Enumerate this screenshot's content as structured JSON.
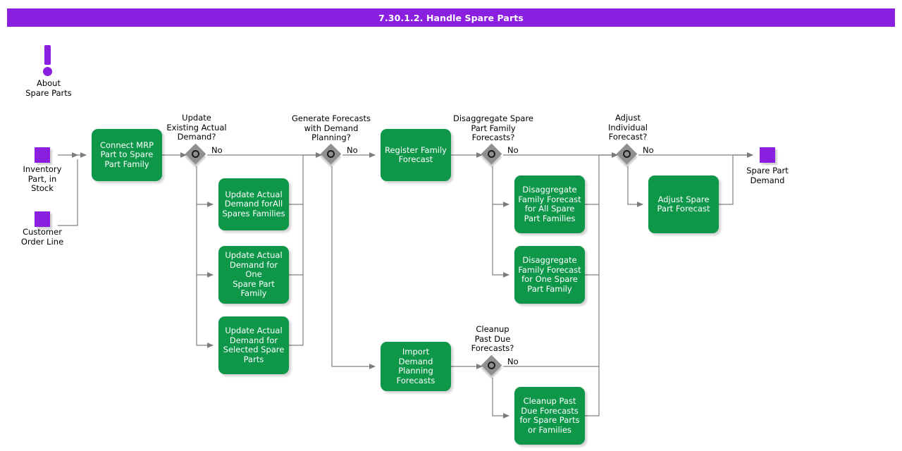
{
  "header": {
    "title": "7.30.1.2. Handle Spare Parts",
    "bar_color": "#8A1FE0"
  },
  "palette": {
    "activity_green": "#0E9649",
    "terminator_purple": "#8A1FE0",
    "decision_gray": "#8F8F8F",
    "connector_gray": "#808080",
    "text_black": "#000000",
    "text_white": "#FFFFFF"
  },
  "info_marker": {
    "icon": "exclamation-icon",
    "label": "About\nSpare Parts"
  },
  "terminators": [
    {
      "name": "inventory-part-in-stock",
      "label": "Inventory\nPart, in\nStock"
    },
    {
      "name": "customer-order-line",
      "label": "Customer\nOrder Line"
    },
    {
      "name": "spare-part-demand",
      "label": "Spare Part\nDemand"
    }
  ],
  "activities": [
    {
      "id": "connect-mrp",
      "label": "Connect MRP\nPart to Spare\nPart Family"
    },
    {
      "id": "update-all-families",
      "label": "Update Actual\nDemand forAll\nSpares Families"
    },
    {
      "id": "update-one-family",
      "label": "Update Actual\nDemand for One\nSpare Part\nFamily"
    },
    {
      "id": "update-selected-parts",
      "label": "Update Actual\nDemand for\nSelected Spare\nParts"
    },
    {
      "id": "register-family-forecast",
      "label": "Register Family\nForecast"
    },
    {
      "id": "disagg-all-families",
      "label": "Disaggregate\nFamily Forecast\nfor All Spare\nPart Families"
    },
    {
      "id": "disagg-one-family",
      "label": "Disaggregate\nFamily Forecast\nfor One Spare\nPart Family"
    },
    {
      "id": "adjust-spare-forecast",
      "label": "Adjust Spare\nPart Forecast"
    },
    {
      "id": "import-demand-planning",
      "label": "Import Demand\nPlanning\nForecasts"
    },
    {
      "id": "cleanup-past-due",
      "label": "Cleanup Past\nDue Forecasts\nfor Spare Parts\nor Families"
    }
  ],
  "decisions": [
    {
      "id": "update-existing-actual-demand",
      "question": "Update\nExisting Actual\nDemand?",
      "branch_label": "No"
    },
    {
      "id": "generate-forecasts-demand-planning",
      "question": "Generate Forecasts\nwith Demand\nPlanning?",
      "branch_label": "No"
    },
    {
      "id": "disaggregate-spare-part-family-forecasts",
      "question": "Disaggregate Spare\nPart Family\nForecasts?",
      "branch_label": "No"
    },
    {
      "id": "adjust-individual-forecast",
      "question": "Adjust\nIndividual\nForecast?",
      "branch_label": "No"
    },
    {
      "id": "cleanup-past-due-forecasts",
      "question": "Cleanup\nPast Due\nForecasts?",
      "branch_label": "No"
    }
  ]
}
